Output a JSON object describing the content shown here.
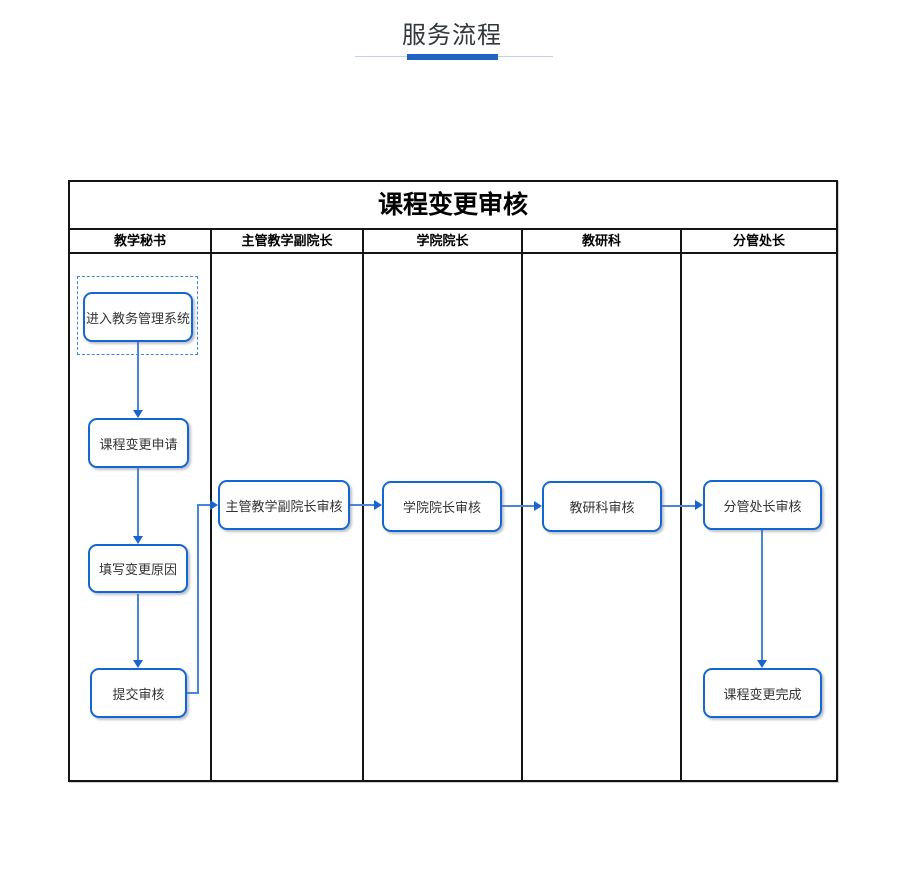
{
  "page": {
    "title": "服务流程"
  },
  "diagram": {
    "title": "课程变更审核",
    "lanes": [
      "教学秘书",
      "主管教学副院长",
      "学院院长",
      "教研科",
      "分管处长"
    ],
    "nodes": {
      "enter_system": "进入教务管理系统",
      "change_request": "课程变更申请",
      "fill_reason": "填写变更原因",
      "submit_review": "提交审核",
      "vice_dean_review": "主管教学副院长审核",
      "dean_review": "学院院长审核",
      "research_section_review": "教研科审核",
      "director_review": "分管处长审核",
      "change_complete": "课程变更完成"
    },
    "colors": {
      "accent_bar": "#2263c8",
      "node_border": "#1467d2",
      "connector_line": "#4a86d8",
      "arrowhead": "#1d63cf",
      "table_border": "#151515"
    }
  }
}
